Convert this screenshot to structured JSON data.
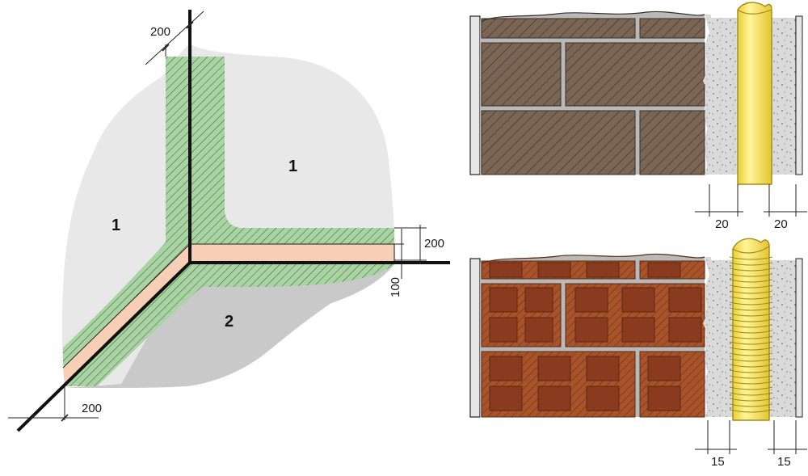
{
  "corner_detail": {
    "zones": [
      {
        "id": "wall-left",
        "label": "1"
      },
      {
        "id": "wall-right",
        "label": "1"
      },
      {
        "id": "floor",
        "label": "2"
      }
    ],
    "dimensions": {
      "top_band_width": "200",
      "right_band_height": "200",
      "right_tape_height": "100",
      "bottom_band_width": "200"
    }
  },
  "pipe_details": {
    "solid_brick": {
      "left_gap": "20",
      "right_gap": "20"
    },
    "hollow_brick": {
      "left_gap": "15",
      "right_gap": "15"
    }
  },
  "colors": {
    "wall_grey": "#e8e8e8",
    "floor_grey": "#c9c9c9",
    "membrane_green": "#a9d3a3",
    "tape_peach": "#f7cfb7",
    "solid_brick": "#7b6656",
    "hollow_brick": "#a8532a",
    "hollow_cell": "#8a3a1e",
    "plaster": "#dadada",
    "pipe_yellow": "#f3e070",
    "pipe_outline": "#b59c22"
  }
}
